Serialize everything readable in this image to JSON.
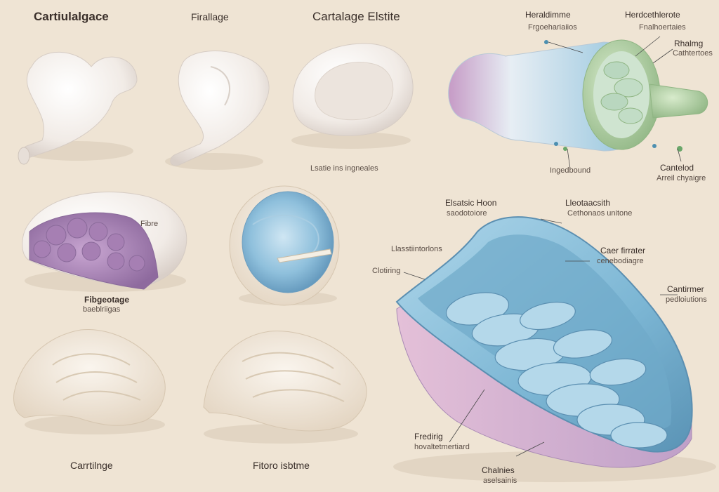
{
  "labels": {
    "title_1": "Cartiulalgace",
    "title_2": "Firallage",
    "title_3": "Cartalage Elstite",
    "cap_center": "Lsatie ins ingneales",
    "fibre_inside": "Fibre",
    "fibrecage_main": "Fibgeotage",
    "fibrecage_sub": "baeblriigas",
    "cap_bottom_left": "Carrtilnge",
    "cap_bottom_mid": "Fitoro isbtme",
    "tr_heal_main": "Heraldimme",
    "tr_heal_sub": "Frgoehariaiios",
    "tr_head_main": "Herdcethlerote",
    "tr_head_sub": "Fnalhoertaies",
    "tr_rhal_main": "Rhalmg",
    "tr_rhal_sub": "Cathtertoes",
    "tr_inged": "Ingedbound",
    "tr_cart_main": "Cantelod",
    "tr_cart_sub": "Arreil chyaigre",
    "br_elastic_main": "Elsatsic Hoon",
    "br_elastic_sub": "saodotoiore",
    "br_leo_main": "Lleotaacsith",
    "br_leo_sub": "Cethonaos unitone",
    "br_lisst": "Llasstiintorlons",
    "br_clot": "Clotiring",
    "br_caer_main": "Caer firrater",
    "br_caer_sub": "cenebodiagre",
    "br_cant_main": "Cantirmer",
    "br_cant_sub": "pedloiutions",
    "br_fred_main": "Fredirig",
    "br_fred_sub": "hovaltetmertiard",
    "br_chal_main": "Chalnies",
    "br_chal_sub": "aselsainis"
  },
  "colors": {
    "background": "#efe4d4",
    "cartilage_white": "#f6f1ec",
    "purple_tissue": "#b58ec0",
    "blue_tissue": "#8fc4de",
    "green_tissue": "#a9c99a",
    "bone_cream": "#eadfcd"
  }
}
